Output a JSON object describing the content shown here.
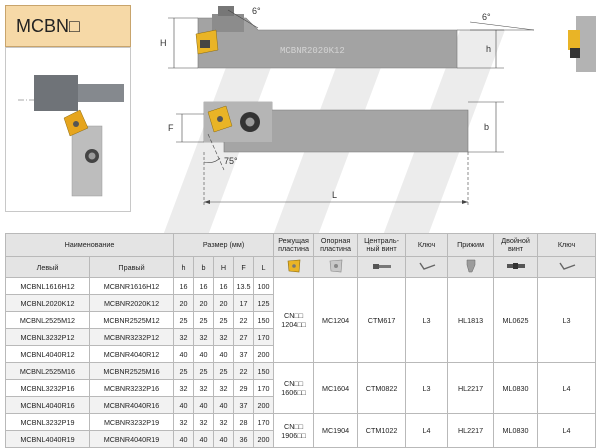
{
  "title": "MCBN□",
  "drawing": {
    "dims": {
      "H": "H",
      "h": "h",
      "F": "F",
      "b": "b",
      "L": "L",
      "angle1": "6°",
      "angle2": "6°",
      "angle3": "75°"
    },
    "tool_marking": "MCBNR2020K12"
  },
  "table": {
    "headers": {
      "name": "Наименование",
      "left": "Левый",
      "right": "Правый",
      "size": "Размер (мм)",
      "size_cols": [
        "h",
        "b",
        "H",
        "F",
        "L"
      ],
      "insert": "Режущая пластина",
      "shim": "Опорная пластина",
      "center_screw": "Централь-ный винт",
      "key1": "Ключ",
      "clamp": "Прижим",
      "double_screw": "Двойной винт",
      "key2": "Ключ"
    },
    "rows": [
      {
        "left": "MCBNL1616H12",
        "right": "MCBNR1616H12",
        "h": "16",
        "b": "16",
        "H": "16",
        "F": "13.5",
        "L": "100"
      },
      {
        "left": "MCBNL2020K12",
        "right": "MCBNR2020K12",
        "h": "20",
        "b": "20",
        "H": "20",
        "F": "17",
        "L": "125"
      },
      {
        "left": "MCBNL2525M12",
        "right": "MCBNR2525M12",
        "h": "25",
        "b": "25",
        "H": "25",
        "F": "22",
        "L": "150"
      },
      {
        "left": "MCBNL3232P12",
        "right": "MCBNR3232P12",
        "h": "32",
        "b": "32",
        "H": "32",
        "F": "27",
        "L": "170"
      },
      {
        "left": "MCBNL4040R12",
        "right": "MCBNR4040R12",
        "h": "40",
        "b": "40",
        "H": "40",
        "F": "37",
        "L": "200"
      },
      {
        "left": "MCBNL2525M16",
        "right": "MCBNR2525M16",
        "h": "25",
        "b": "25",
        "H": "25",
        "F": "22",
        "L": "150"
      },
      {
        "left": "MCBNL3232P16",
        "right": "MCBNR3232P16",
        "h": "32",
        "b": "32",
        "H": "32",
        "F": "29",
        "L": "170"
      },
      {
        "left": "MCBNL4040R16",
        "right": "MCBNR4040R16",
        "h": "40",
        "b": "40",
        "H": "40",
        "F": "37",
        "L": "200"
      },
      {
        "left": "MCBNL3232P19",
        "right": "MCBNR3232P19",
        "h": "32",
        "b": "32",
        "H": "32",
        "F": "28",
        "L": "170"
      },
      {
        "left": "MCBNL4040R19",
        "right": "MCBNR4040R19",
        "h": "40",
        "b": "40",
        "H": "40",
        "F": "36",
        "L": "200"
      }
    ],
    "groups": [
      {
        "insert": "CN□□ 1204□□",
        "shim": "MC1204",
        "center_screw": "CTM617",
        "key1": "L3",
        "clamp": "HL1813",
        "double_screw": "ML0625",
        "key2": "L3"
      },
      {
        "insert": "CN□□ 1606□□",
        "shim": "MC1604",
        "center_screw": "CTM0822",
        "key1": "L3",
        "clamp": "HL2217",
        "double_screw": "ML0830",
        "key2": "L4"
      },
      {
        "insert": "CN□□ 1906□□",
        "shim": "MC1904",
        "center_screw": "CTM1022",
        "key1": "L4",
        "clamp": "HL2217",
        "double_screw": "ML0830",
        "key2": "L4"
      }
    ],
    "icons": [
      "insert-icon",
      "shim-icon",
      "center-screw-icon",
      "key-icon",
      "clamp-icon",
      "double-screw-icon",
      "key-icon"
    ]
  }
}
